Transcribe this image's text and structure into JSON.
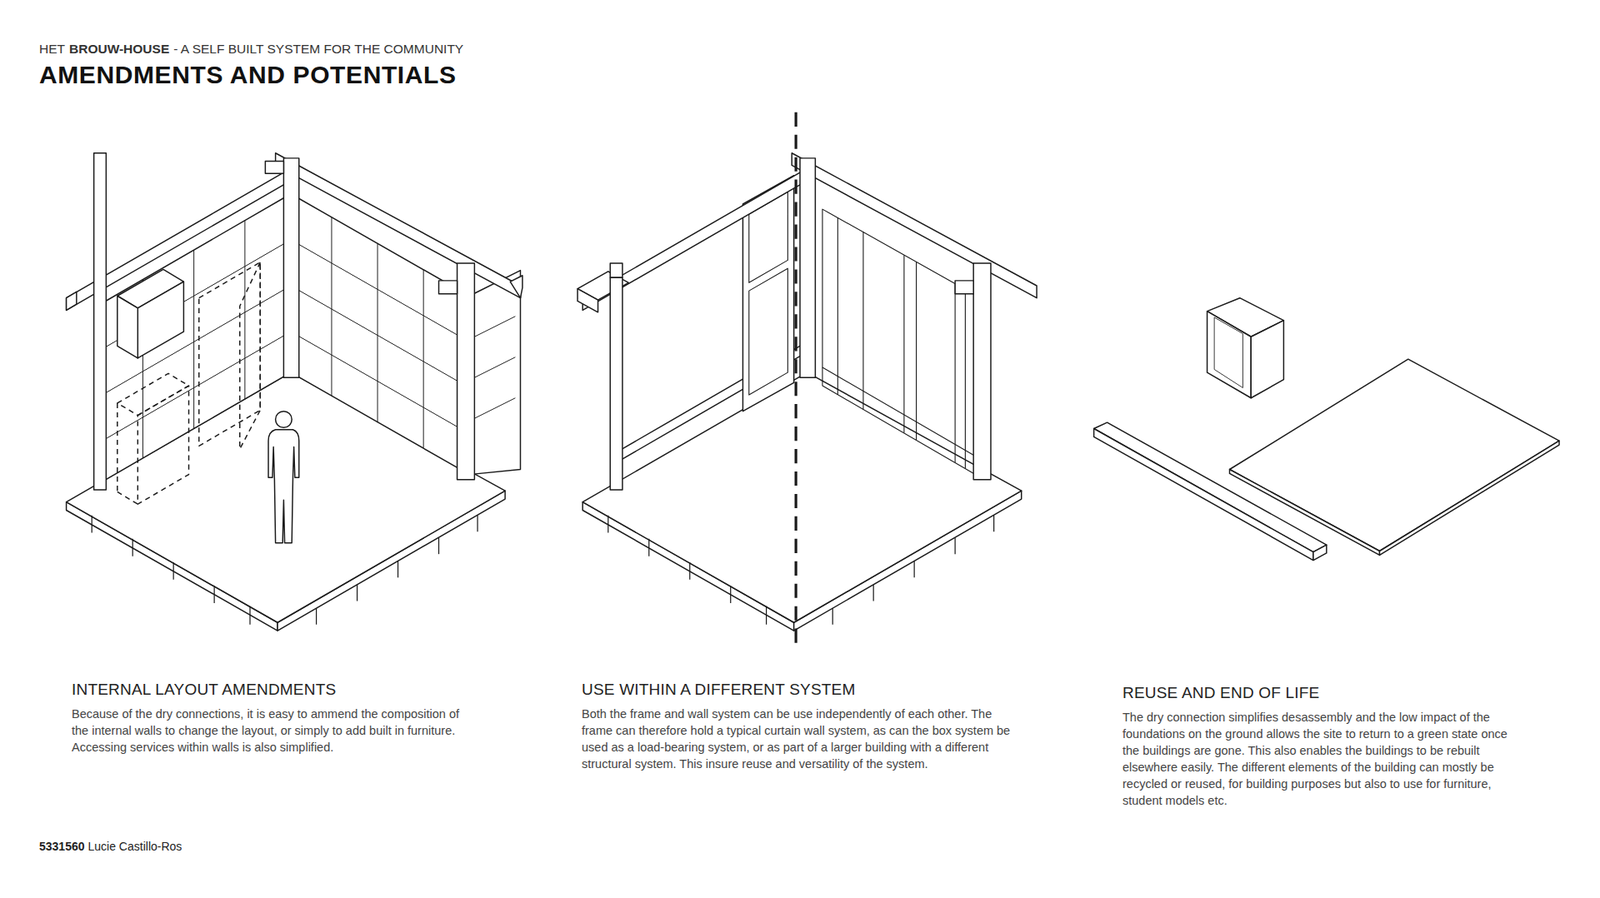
{
  "diagram": {
    "title": "AMENDMENTS AND POTENTIALS",
    "labels": [
      "HET",
      "BROUW-HOUSE",
      "- A SELF BUILT SYSTEM FOR THE COMMUNITY",
      "INTERNAL LAYOUT AMENDMENTS",
      "Because of the dry connections, it is easy to ammend the composition of the internal walls to change the layout, or simply to add built in furniture. Accessing services within walls is also simplified.",
      "USE WITHIN A DIFFERENT SYSTEM",
      "Both the frame and wall system can be use independently of each other. The frame can therefore hold a typical curtain wall system, as can the box system be used as a load-bearing system, or as part of a larger building with a different structural system. This insure reuse and versatility of the system.",
      "REUSE AND END OF LIFE",
      "The dry connection simplifies desassembly and the low impact of the foundations on the ground allows the site to return to a green state once the buildings are gone. This also enables the buildings to be rebuilt elsewhere easily. The different elements of the building can mostly be recycled or reused, for building purposes but also to use for furniture, student models etc.",
      "5331560",
      "Lucie Castillo-Ros"
    ]
  }
}
